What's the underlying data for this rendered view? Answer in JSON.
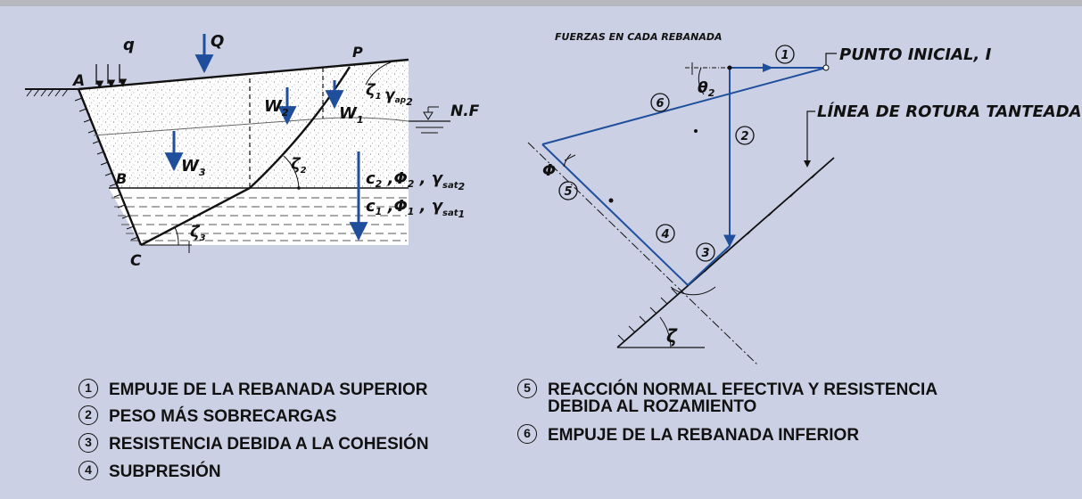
{
  "colors": {
    "background": "#ccd0e4",
    "force_line": "#1f4f9c",
    "ink": "#111111"
  },
  "left_diagram": {
    "points": {
      "A": "A",
      "B": "B",
      "C": "C",
      "P": "P"
    },
    "loads": {
      "q": "q",
      "Q": "Q"
    },
    "weights": {
      "w1": "W",
      "w1_sub": "1",
      "w2": "W",
      "w2_sub": "2",
      "w3": "W",
      "w3_sub": "3"
    },
    "angles": {
      "z1": "ζ",
      "z1_sub": "1",
      "z2": "ζ",
      "z2_sub": "2",
      "z3": "ζ",
      "z3_sub": "3"
    },
    "gamma_ap": "γ",
    "gamma_ap_sub": "ap",
    "gamma_ap_sub2": "2",
    "water_level": "N.F",
    "layer2": {
      "c": "c",
      "c_sub": "2",
      "phi": "Φ",
      "phi_sub": "2",
      "gamma": "γ",
      "gamma_sub": "sat",
      "gamma_sub2": "2"
    },
    "layer1": {
      "c": "c",
      "c_sub": "1",
      "phi": "Φ",
      "phi_sub": "1",
      "gamma": "γ",
      "gamma_sub": "sat",
      "gamma_sub2": "1"
    }
  },
  "right_diagram": {
    "title": "FUERZAS EN CADA REBANADA",
    "start_point": "PUNTO INICIAL, I",
    "failure_line": "LÍNEA DE ROTURA TANTEADA",
    "theta": "θ",
    "theta_sub": "2",
    "phi": "Φ",
    "zeta": "ζ",
    "numbers": [
      "1",
      "2",
      "3",
      "4",
      "5",
      "6"
    ]
  },
  "legend": {
    "left": [
      {
        "num": "1",
        "text": "EMPUJE DE LA REBANADA SUPERIOR"
      },
      {
        "num": "2",
        "text": "PESO MÁS SOBRECARGAS"
      },
      {
        "num": "3",
        "text": "RESISTENCIA DEBIDA A LA COHESIÓN"
      },
      {
        "num": "4",
        "text": "SUBPRESIÓN"
      }
    ],
    "right": [
      {
        "num": "5",
        "text": "REACCIÓN NORMAL EFECTIVA Y RESISTENCIA",
        "text2": "DEBIDA AL ROZAMIENTO"
      },
      {
        "num": "6",
        "text": "EMPUJE DE LA REBANADA INFERIOR"
      }
    ]
  }
}
